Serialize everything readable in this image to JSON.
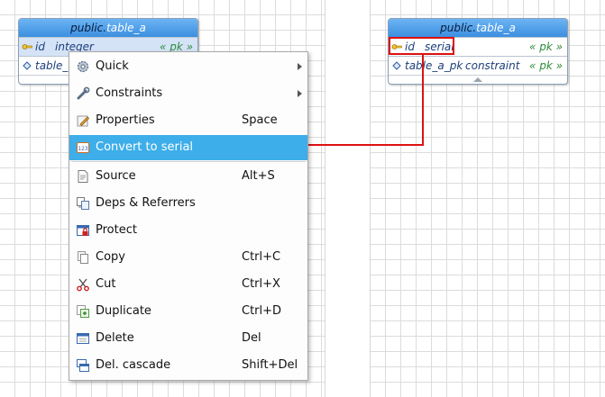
{
  "left_table": {
    "schema": "public.",
    "name": "table_a",
    "rows": [
      {
        "name": "id",
        "type": "integer",
        "mark": "« pk »"
      },
      {
        "name": "table_a",
        "type": "",
        "mark": ""
      }
    ]
  },
  "right_table": {
    "schema": "public.",
    "name": "table_a",
    "rows": [
      {
        "name": "id",
        "type": "serial",
        "mark": "« pk »"
      },
      {
        "name": "table_a_pk",
        "type": "constraint",
        "mark": "« pk »"
      }
    ]
  },
  "menu": {
    "items": [
      {
        "label": "Quick",
        "shortcut": "",
        "icon": "quick-gear-icon"
      },
      {
        "label": "Constraints",
        "shortcut": "",
        "icon": "constraints-wrench-icon"
      },
      {
        "label": "Properties",
        "shortcut": "Space",
        "icon": "properties-pencil-icon"
      },
      {
        "label": "Convert to serial",
        "shortcut": "",
        "icon": "convert-serial-icon"
      },
      {
        "label": "Source",
        "shortcut": "Alt+S",
        "icon": "source-document-icon"
      },
      {
        "label": "Deps & Referrers",
        "shortcut": "",
        "icon": "deps-referrers-icon"
      },
      {
        "label": "Protect",
        "shortcut": "",
        "icon": "protect-lock-icon"
      },
      {
        "label": "Copy",
        "shortcut": "Ctrl+C",
        "icon": "copy-icon"
      },
      {
        "label": "Cut",
        "shortcut": "Ctrl+X",
        "icon": "cut-scissors-icon"
      },
      {
        "label": "Duplicate",
        "shortcut": "Ctrl+D",
        "icon": "duplicate-icon"
      },
      {
        "label": "Delete",
        "shortcut": "Del",
        "icon": "delete-icon"
      },
      {
        "label": "Del. cascade",
        "shortcut": "Shift+Del",
        "icon": "delete-cascade-icon"
      }
    ]
  },
  "colors": {
    "menu_highlight": "#3daee9",
    "annotation_red": "#dd1111",
    "header_blue": "#3c8fe0",
    "pk_green": "#2e8b3a"
  }
}
